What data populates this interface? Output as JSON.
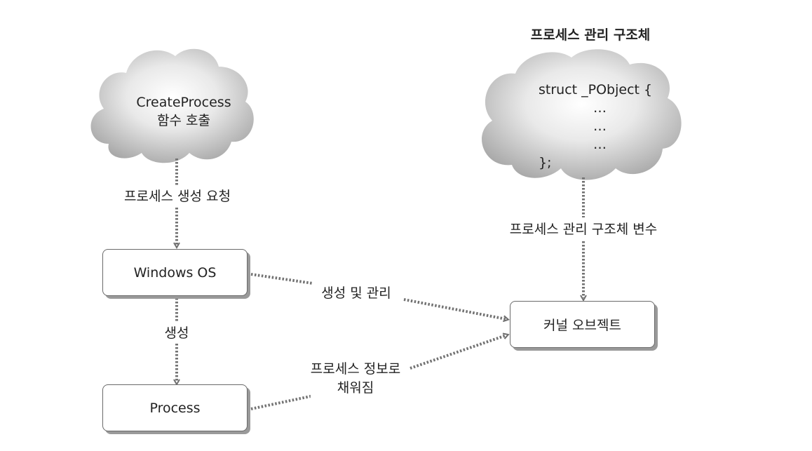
{
  "clouds": {
    "left": {
      "line1": "CreateProcess",
      "line2": "함수 호출"
    },
    "right": {
      "title": "프로세스 관리 구조체",
      "code_line1": "struct _PObject {",
      "code_line2": "…",
      "code_line3": "…",
      "code_line4": "…",
      "code_line5": "};"
    }
  },
  "boxes": {
    "windows_os": "Windows OS",
    "process": "Process",
    "kernel_object": "커널 오브젝트"
  },
  "labels": {
    "process_create_request": "프로세스 생성 요청",
    "create": "생성",
    "create_and_manage": "생성 및 관리",
    "filled_line1": "프로세스 정보로",
    "filled_line2": "채워짐",
    "struct_variable": "프로세스 관리 구조체 변수"
  }
}
